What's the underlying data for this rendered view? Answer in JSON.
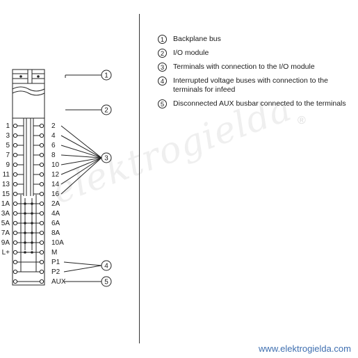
{
  "diagram": {
    "callouts": [
      "1",
      "2",
      "3",
      "4",
      "5"
    ],
    "left_terminals": [
      "1",
      "3",
      "5",
      "7",
      "9",
      "11",
      "13",
      "15",
      "1A",
      "3A",
      "5A",
      "7A",
      "9A",
      "L+"
    ],
    "right_terminals": [
      "2",
      "4",
      "6",
      "8",
      "10",
      "12",
      "14",
      "16",
      "2A",
      "4A",
      "6A",
      "8A",
      "10A",
      "M"
    ],
    "bus_terminals": [
      "P1",
      "P2",
      "AUX"
    ]
  },
  "legend": [
    {
      "num": "1",
      "text": "Backplane bus"
    },
    {
      "num": "2",
      "text": "I/O module"
    },
    {
      "num": "3",
      "text": "Terminals with connection to the I/O module"
    },
    {
      "num": "4",
      "text": "Interrupted voltage buses with connection to the terminals for infeed"
    },
    {
      "num": "5",
      "text": "Disconnected AUX busbar connected to the terminals"
    }
  ],
  "footer": {
    "website": "www.elektrogielda.com"
  },
  "watermark": {
    "text": "elektrogielda"
  },
  "colors": {
    "line": "#222222",
    "website": "#3f6fb0"
  }
}
